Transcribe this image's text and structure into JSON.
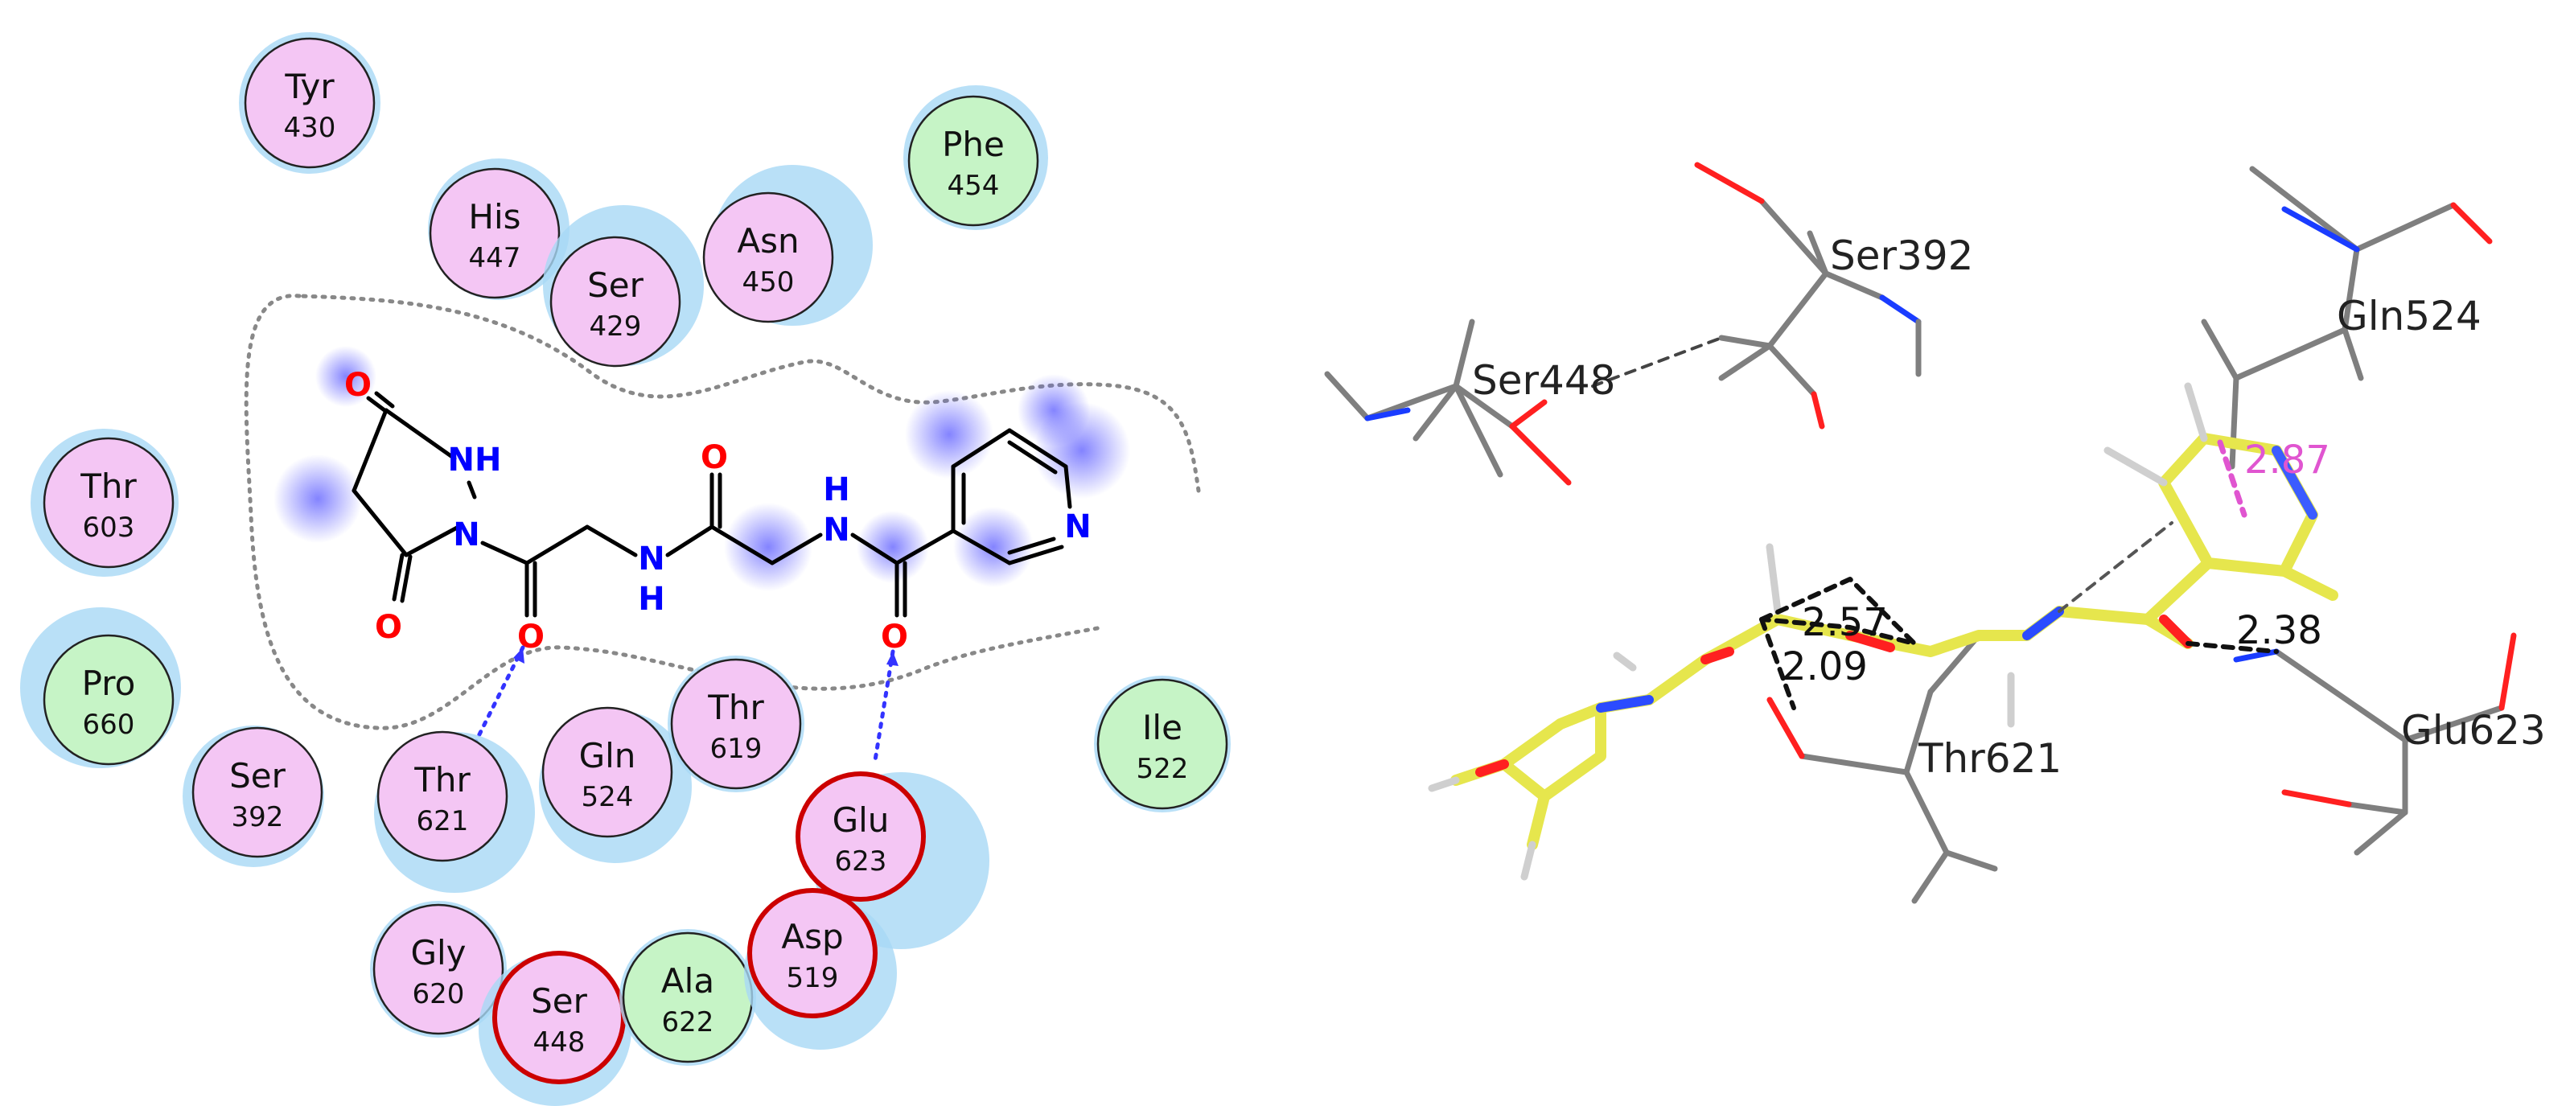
{
  "left_panel": {
    "residues": [
      {
        "name": "Tyr",
        "number": "430",
        "type": "polar"
      },
      {
        "name": "Phe",
        "number": "454",
        "type": "hydrophobic"
      },
      {
        "name": "His",
        "number": "447",
        "type": "polar"
      },
      {
        "name": "Ser",
        "number": "429",
        "type": "polar"
      },
      {
        "name": "Asn",
        "number": "450",
        "type": "polar"
      },
      {
        "name": "Thr",
        "number": "603",
        "type": "polar"
      },
      {
        "name": "Pro",
        "number": "660",
        "type": "hydrophobic"
      },
      {
        "name": "Ser",
        "number": "392",
        "type": "polar"
      },
      {
        "name": "Thr",
        "number": "621",
        "type": "polar"
      },
      {
        "name": "Gln",
        "number": "524",
        "type": "polar"
      },
      {
        "name": "Thr",
        "number": "619",
        "type": "polar"
      },
      {
        "name": "Glu",
        "number": "623",
        "type": "acidic"
      },
      {
        "name": "Ile",
        "number": "522",
        "type": "hydrophobic"
      },
      {
        "name": "Gly",
        "number": "620",
        "type": "polar"
      },
      {
        "name": "Ser",
        "number": "448",
        "type": "acidic"
      },
      {
        "name": "Ala",
        "number": "622",
        "type": "hydrophobic"
      },
      {
        "name": "Asp",
        "number": "519",
        "type": "acidic"
      }
    ],
    "atom_labels": {
      "o_ring_top": "O",
      "nh_ring": "NH",
      "n_ring": "N",
      "o_ring_bottom": "O",
      "o_amide1": "O",
      "n_amide1": "N",
      "h_amide1": "H",
      "o_amide2": "O",
      "h_amide2": "H",
      "n_amide2": "N",
      "o_amide3": "O",
      "n_pyridine": "N"
    },
    "colors": {
      "polar_fill": "#f4c6f4",
      "hydrophobic_fill": "#c6f4c6",
      "solvent_halo": "#a8d8f5",
      "acidic_border": "#cc0000",
      "oxygen": "#ff0000",
      "nitrogen": "#0000ff",
      "hbond": "#3333ff"
    }
  },
  "right_panel": {
    "residue_labels": {
      "ser392": "Ser392",
      "ser448": "Ser448",
      "gln524": "Gln524",
      "thr621": "Thr621",
      "glu623": "Glu623"
    },
    "distance_labels": {
      "d_pi": "2.87",
      "d_a": "2.57",
      "d_b": "2.09",
      "d_c": "2.38"
    },
    "colors": {
      "ligand_carbon": "#e6e64d",
      "protein_carbon": "#7f7f7f",
      "pi_interaction": "#e055d0"
    }
  }
}
